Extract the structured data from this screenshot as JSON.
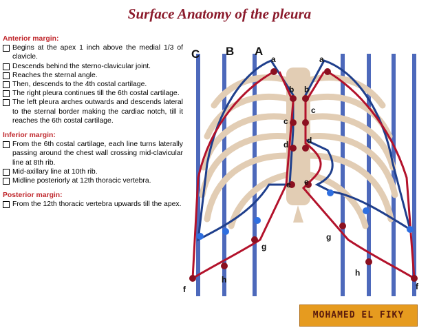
{
  "title": "Surface Anatomy of the pleura",
  "sections": {
    "anterior": {
      "heading": "Anterior margin:",
      "items": [
        "Begins at the apex 1 inch above the medial 1/3 of clavicle.",
        "Descends behind the sterno-clavicular joint.",
        "Reaches the sternal angle.",
        "Then, descends to the 4th costal cartilage.",
        "The right pleura continues till the 6th costal cartilage.",
        "The left pleura arches outwards and descends lateral to the sternal border making the cardiac notch, till it reaches the 6th costal cartilage."
      ]
    },
    "inferior": {
      "heading": "Inferior margin:",
      "items": [
        "From the 6th costal cartilage, each line turns laterally passing around the chest wall crossing mid-clavicular line at 8th rib.",
        "Mid-axillary line at 10th rib.",
        "Midline posteriorly at 12th thoracic vertebra."
      ]
    },
    "posterior": {
      "heading": "Posterior margin:",
      "items": [
        "From the 12th thoracic vertebra upwards till the apex."
      ]
    }
  },
  "figure": {
    "line_labels": {
      "c": "C",
      "b": "B",
      "a": "A"
    },
    "point_labels": {
      "a_right": "a",
      "a_left": "a",
      "b_right": "b",
      "b_left": "b",
      "c_right": "c",
      "c_left": "c",
      "d_right": "d",
      "d_left": "d",
      "e_right": "e",
      "e_left": "e",
      "g_right": "g",
      "g_left": "g",
      "h_right": "h",
      "h_left": "h",
      "f_right": "f",
      "f_left": "f"
    },
    "colors": {
      "pleura_line": "#b3122b",
      "lung_line": "#1f3f8c",
      "reference_line": "#2f4fb0",
      "bone": "#e2cdb4"
    }
  },
  "author_badge": "MOHAMED EL FIKY",
  "colors": {
    "title": "#8b1a2b",
    "heading": "#c0282d",
    "badge": "#e69b1f"
  }
}
